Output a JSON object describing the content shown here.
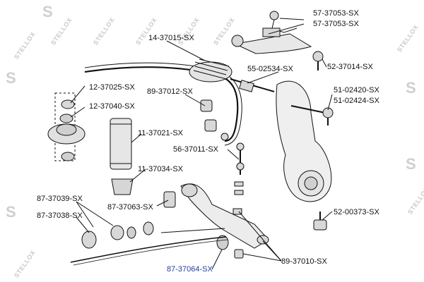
{
  "watermark": {
    "brand": "STELLOX",
    "logo_letter": "S"
  },
  "part_labels": {
    "p57_37053_a": "57-37053-SX",
    "p57_37053_b": "57-37053-SX",
    "p14_37015": "14-37015-SX",
    "p52_37014": "52-37014-SX",
    "p55_02534": "55-02534-SX",
    "p12_37025": "12-37025-SX",
    "p89_37012": "89-37012-SX",
    "p51_02420": "51-02420-SX",
    "p51_02424": "51-02424-SX",
    "p12_37040": "12-37040-SX",
    "p11_37021": "11-37021-SX",
    "p56_37011": "56-37011-SX",
    "p11_37034": "11-37034-SX",
    "p87_37039": "87-37039-SX",
    "p87_37063": "87-37063-SX",
    "p52_00373": "52-00373-SX",
    "p87_37038": "87-37038-SX",
    "p89_37010": "89-37010-SX",
    "p87_37064": "87-37064-SX"
  },
  "colors": {
    "highlight_label": "#1e3fa0",
    "line": "#111111",
    "part_fill": "#d8d8d8"
  }
}
